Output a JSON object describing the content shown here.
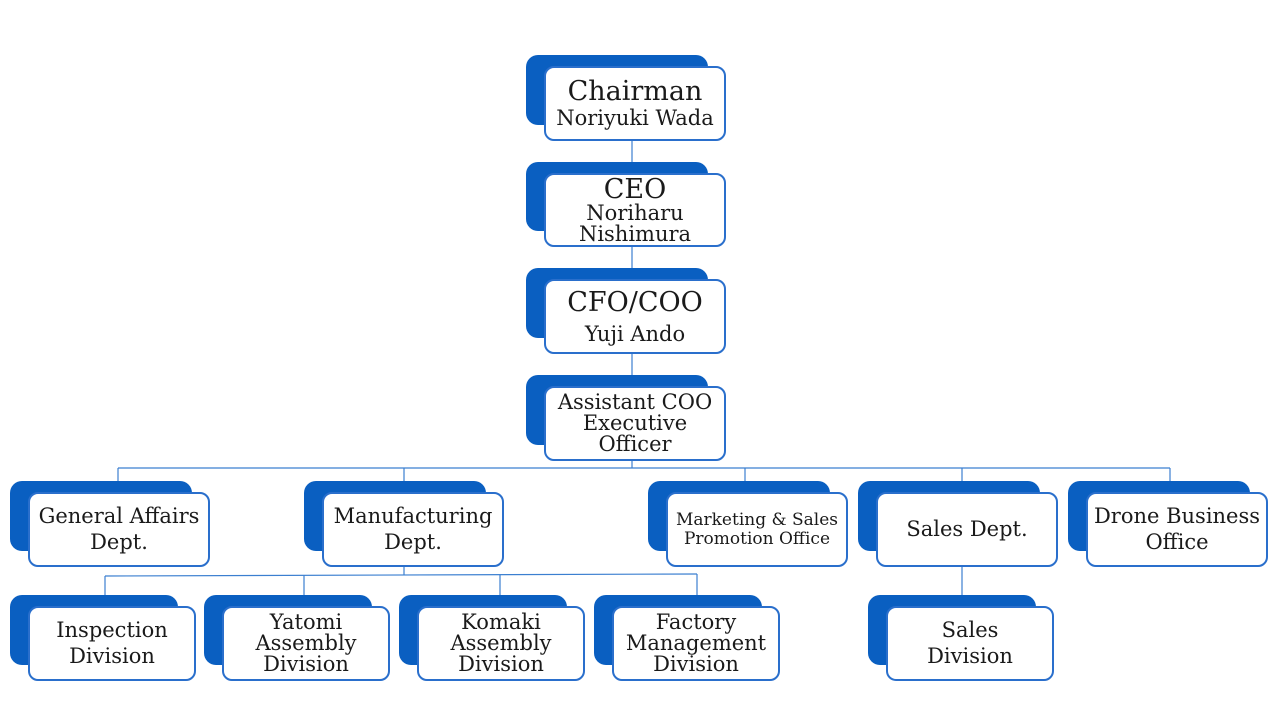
{
  "colors": {
    "box_back": "#0a5fc1",
    "box_border": "#2a6fcc",
    "connector": "#3b7fd0"
  },
  "nodes": {
    "chairman": {
      "title": "Chairman",
      "name": "Noriyuki Wada"
    },
    "ceo": {
      "title": "CEO",
      "name_line1": "Noriharu",
      "name_line2": "Nishimura"
    },
    "cfo_coo": {
      "title": "CFO/COO",
      "name": "Yuji Ando"
    },
    "assistant_coo": {
      "line1": "Assistant COO",
      "line2": "Executive",
      "line3": "Officer"
    },
    "general_affairs": {
      "line1": "General Affairs",
      "line2": "Dept."
    },
    "manufacturing": {
      "line1": "Manufacturing",
      "line2": "Dept."
    },
    "marketing_sales": {
      "line1": "Marketing & Sales",
      "line2": "Promotion Office"
    },
    "sales_dept": {
      "line1": "Sales Dept."
    },
    "drone_business": {
      "line1": "Drone Business",
      "line2": "Office"
    },
    "inspection": {
      "line1": "Inspection",
      "line2": "Division"
    },
    "yatomi": {
      "line1": "Yatomi",
      "line2": "Assembly",
      "line3": "Division"
    },
    "komaki": {
      "line1": "Komaki",
      "line2": "Assembly",
      "line3": "Division"
    },
    "factory_mgmt": {
      "line1": "Factory",
      "line2": "Management",
      "line3": "Division"
    },
    "sales_division": {
      "line1": "Sales",
      "line2": "Division"
    }
  }
}
